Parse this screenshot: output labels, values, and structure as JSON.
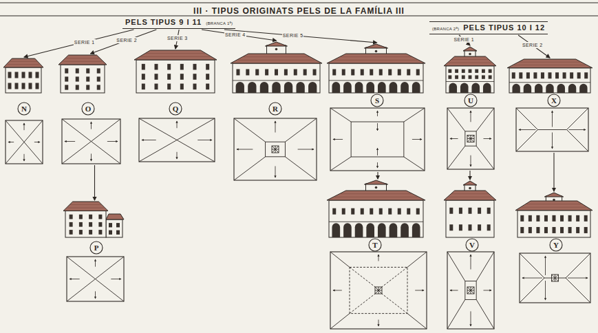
{
  "diagram": {
    "title": "III · TIPUS ORIGINATS PELS DE LA FAMÍLIA III",
    "nodes": [
      {
        "text": [
          "PELS TIPUS 9 I 11",
          "(BRANCA 1ª)"
        ]
      },
      {
        "text": [
          "(BRANCA 2ª)",
          "PELS TIPUS 10 I 12"
        ]
      },
      {
        "text": [
          "N"
        ]
      },
      {
        "text": [
          "O"
        ]
      },
      {
        "text": [
          "Q"
        ]
      },
      {
        "text": [
          "R"
        ]
      },
      {
        "text": [
          "S"
        ]
      },
      {
        "text": [
          "U"
        ]
      },
      {
        "text": [
          "X"
        ]
      },
      {
        "text": [
          "P"
        ]
      },
      {
        "text": [
          "T"
        ]
      },
      {
        "text": [
          "V"
        ]
      },
      {
        "text": [
          "Y"
        ]
      }
    ],
    "edges": [
      {
        "from": 0,
        "to": 2,
        "arrow": "to",
        "label": "SERIE 1"
      },
      {
        "from": 0,
        "to": 3,
        "arrow": "to",
        "label": "SERIE 2"
      },
      {
        "from": 0,
        "to": 4,
        "arrow": "to",
        "label": "SERIE 3"
      },
      {
        "from": 0,
        "to": 5,
        "arrow": "to",
        "label": "SERIE 4"
      },
      {
        "from": 0,
        "to": 6,
        "arrow": "to",
        "label": "SERIE 5"
      },
      {
        "from": 1,
        "to": 7,
        "arrow": "to",
        "label": "SERIE 1"
      },
      {
        "from": 1,
        "to": 8,
        "arrow": "to",
        "label": "SERIE 2"
      },
      {
        "from": 3,
        "to": 9,
        "arrow": "to"
      },
      {
        "from": 6,
        "to": 10,
        "arrow": "to"
      },
      {
        "from": 7,
        "to": 11,
        "arrow": "to"
      },
      {
        "from": 8,
        "to": 12,
        "arrow": "to"
      }
    ]
  }
}
